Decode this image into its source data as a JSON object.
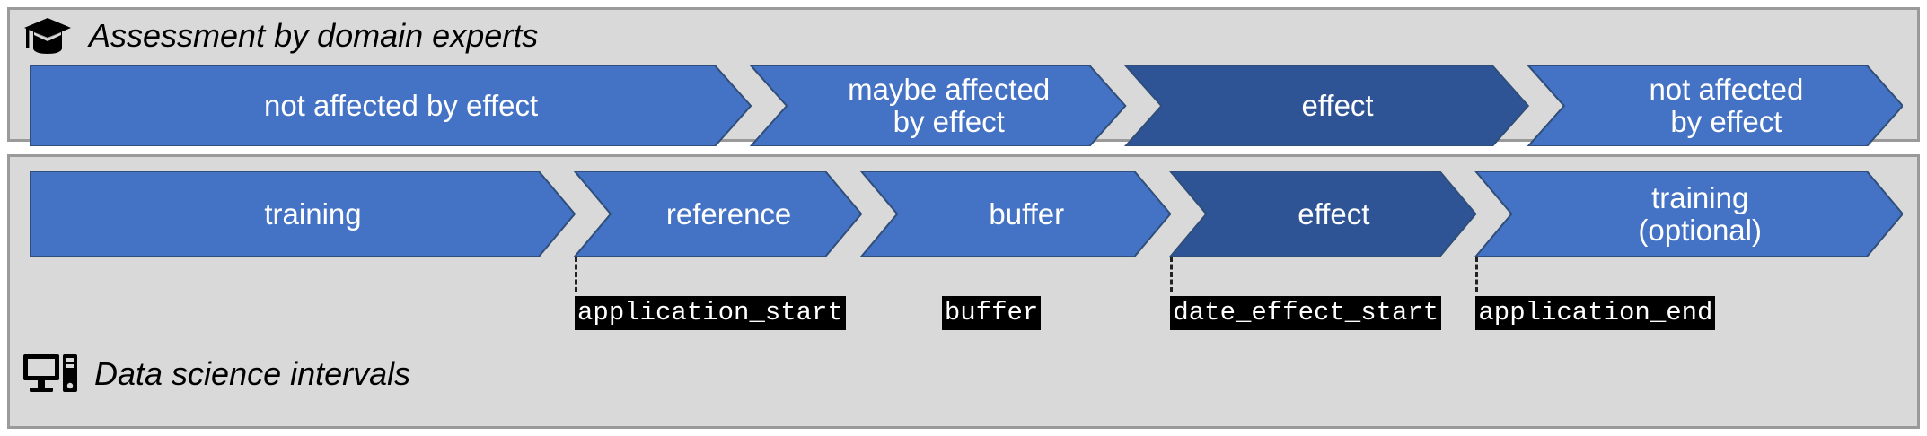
{
  "diagram": {
    "title": "Assessment by domain experts / Data science intervals timeline",
    "colors": {
      "panel_background": "#d9d9d9",
      "panel_border": "#9a9a9a",
      "segment_light_blue": "#4472c4",
      "segment_dark_blue": "#2e5496",
      "segment_outline": "#2f4e79",
      "segment_text": "#ffffff",
      "code_label_background": "#000000",
      "code_label_text": "#ffffff",
      "tick_color": "#222222",
      "page_background": "#ffffff"
    }
  },
  "panels": [
    {
      "id": "experts",
      "icon": "graduation-cap-icon",
      "title": "Assessment by domain experts",
      "segments": [
        {
          "label": "not affected by effect",
          "shade": "light",
          "start": 0,
          "end": 0.385
        },
        {
          "label": "maybe affected\nby effect",
          "shade": "light",
          "start": 0.385,
          "end": 0.585
        },
        {
          "label": "effect",
          "shade": "dark",
          "start": 0.585,
          "end": 0.8
        },
        {
          "label": "not affected\nby effect",
          "shade": "light",
          "start": 0.8,
          "end": 1.0
        }
      ]
    },
    {
      "id": "data-science",
      "icon": "desktop-computer-icon",
      "title": "Data science intervals",
      "segments": [
        {
          "label": "training",
          "shade": "light",
          "start": 0,
          "end": 0.291
        },
        {
          "label": "reference",
          "shade": "light",
          "start": 0.291,
          "end": 0.444
        },
        {
          "label": "buffer",
          "shade": "light",
          "start": 0.444,
          "end": 0.609
        },
        {
          "label": "effect",
          "shade": "dark",
          "start": 0.609,
          "end": 0.772
        },
        {
          "label": "training\n(optional)",
          "shade": "light",
          "start": 0.772,
          "end": 1.0
        }
      ],
      "markers": [
        {
          "code": "application_start",
          "pos": 0.291,
          "tick": true
        },
        {
          "code": "buffer",
          "pos": 0.487,
          "tick": false
        },
        {
          "code": "date_effect_start",
          "pos": 0.609,
          "tick": true
        },
        {
          "code": "application_end",
          "pos": 0.772,
          "tick": true
        }
      ]
    }
  ]
}
